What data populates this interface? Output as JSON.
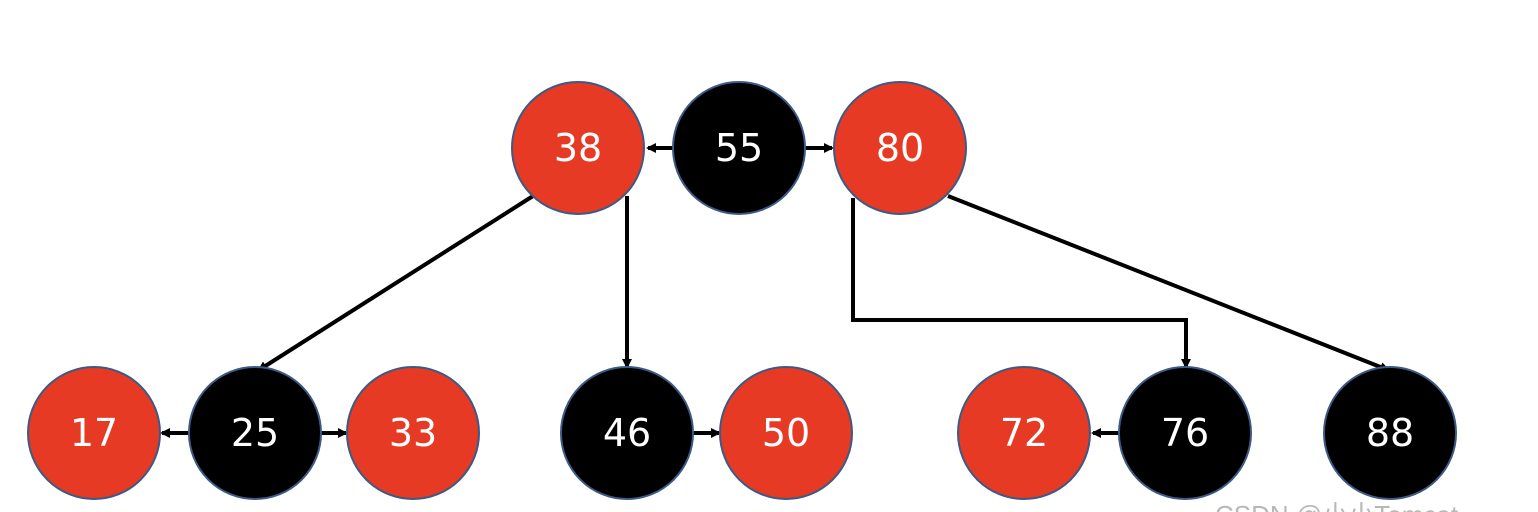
{
  "colors": {
    "red_node": "#e63a24",
    "black_node": "#000000",
    "node_border": "#3b5a85",
    "edge": "#000000",
    "label": "#ffffff"
  },
  "nodes": [
    {
      "id": "n38",
      "label": "38",
      "color": "red"
    },
    {
      "id": "n55",
      "label": "55",
      "color": "black"
    },
    {
      "id": "n80",
      "label": "80",
      "color": "red"
    },
    {
      "id": "n17",
      "label": "17",
      "color": "red"
    },
    {
      "id": "n25",
      "label": "25",
      "color": "black"
    },
    {
      "id": "n33",
      "label": "33",
      "color": "red"
    },
    {
      "id": "n46",
      "label": "46",
      "color": "black"
    },
    {
      "id": "n50",
      "label": "50",
      "color": "red"
    },
    {
      "id": "n72",
      "label": "72",
      "color": "red"
    },
    {
      "id": "n76",
      "label": "76",
      "color": "black"
    },
    {
      "id": "n88",
      "label": "88",
      "color": "black"
    }
  ],
  "edges": [
    {
      "from": "n55",
      "to": "n38"
    },
    {
      "from": "n55",
      "to": "n80"
    },
    {
      "from": "n38",
      "to": "n25"
    },
    {
      "from": "n38",
      "to": "n46"
    },
    {
      "from": "n80",
      "to": "n76"
    },
    {
      "from": "n80",
      "to": "n88"
    },
    {
      "from": "n25",
      "to": "n17"
    },
    {
      "from": "n25",
      "to": "n33"
    },
    {
      "from": "n46",
      "to": "n50"
    },
    {
      "from": "n76",
      "to": "n72"
    }
  ],
  "watermark": "CSDN @小小Tomcat"
}
